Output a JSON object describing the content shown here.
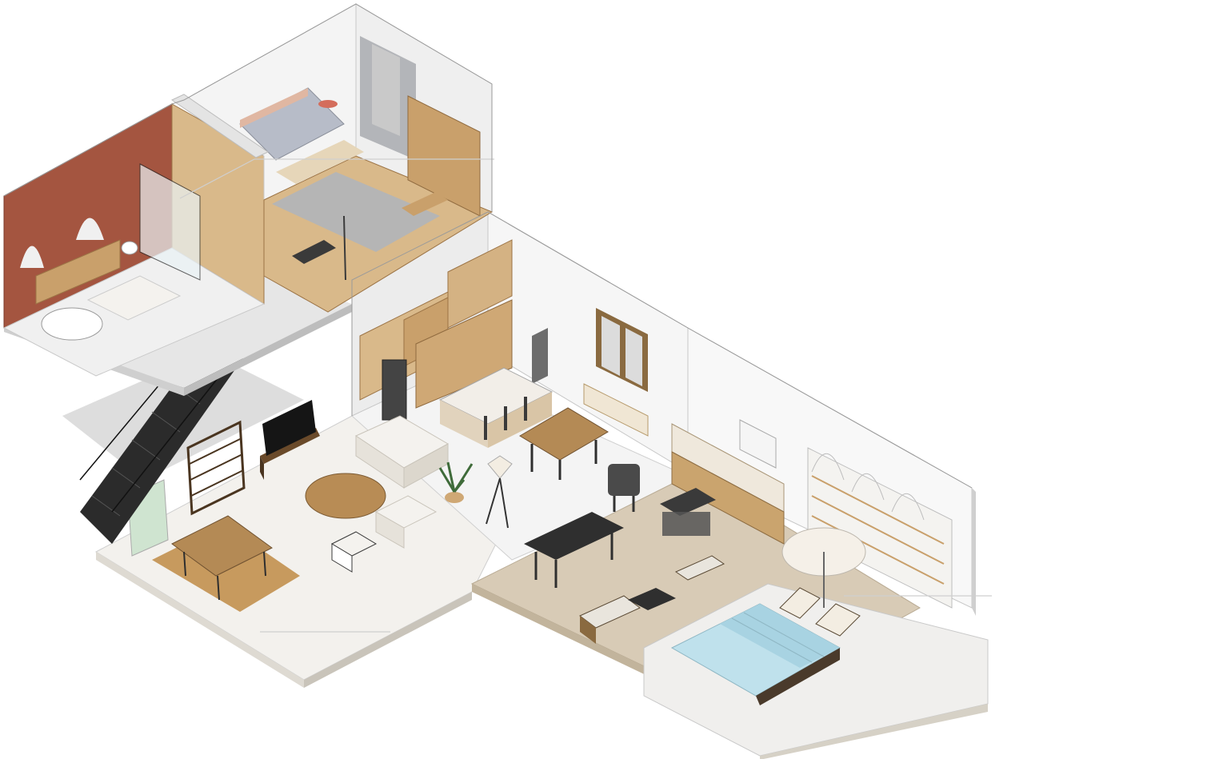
{
  "scene": {
    "kind": "isometric cutaway floor plan",
    "rooms": [
      "bathroom",
      "bedroom",
      "stairs",
      "living-room",
      "dining-area",
      "kitchen",
      "outdoor-kitchen",
      "patio",
      "pool"
    ],
    "colors": {
      "background": "#ffffff",
      "bathroom_wall_accent": "#a45540",
      "wood": "#c9a06b",
      "wood_dark": "#9c7446",
      "floor_tile": "#f1f1f1",
      "floor_light": "#ece8e0",
      "patio_deck": "#d8cbb6",
      "stairs": "#2b2b2b",
      "pool_water": "#bfe1ec",
      "wall": "#efefef",
      "wall_shade": "#d9d9d9",
      "dark_furniture": "#3a3a3a",
      "rug": "#c79a5e",
      "sofa": "#f4f2ee"
    }
  }
}
